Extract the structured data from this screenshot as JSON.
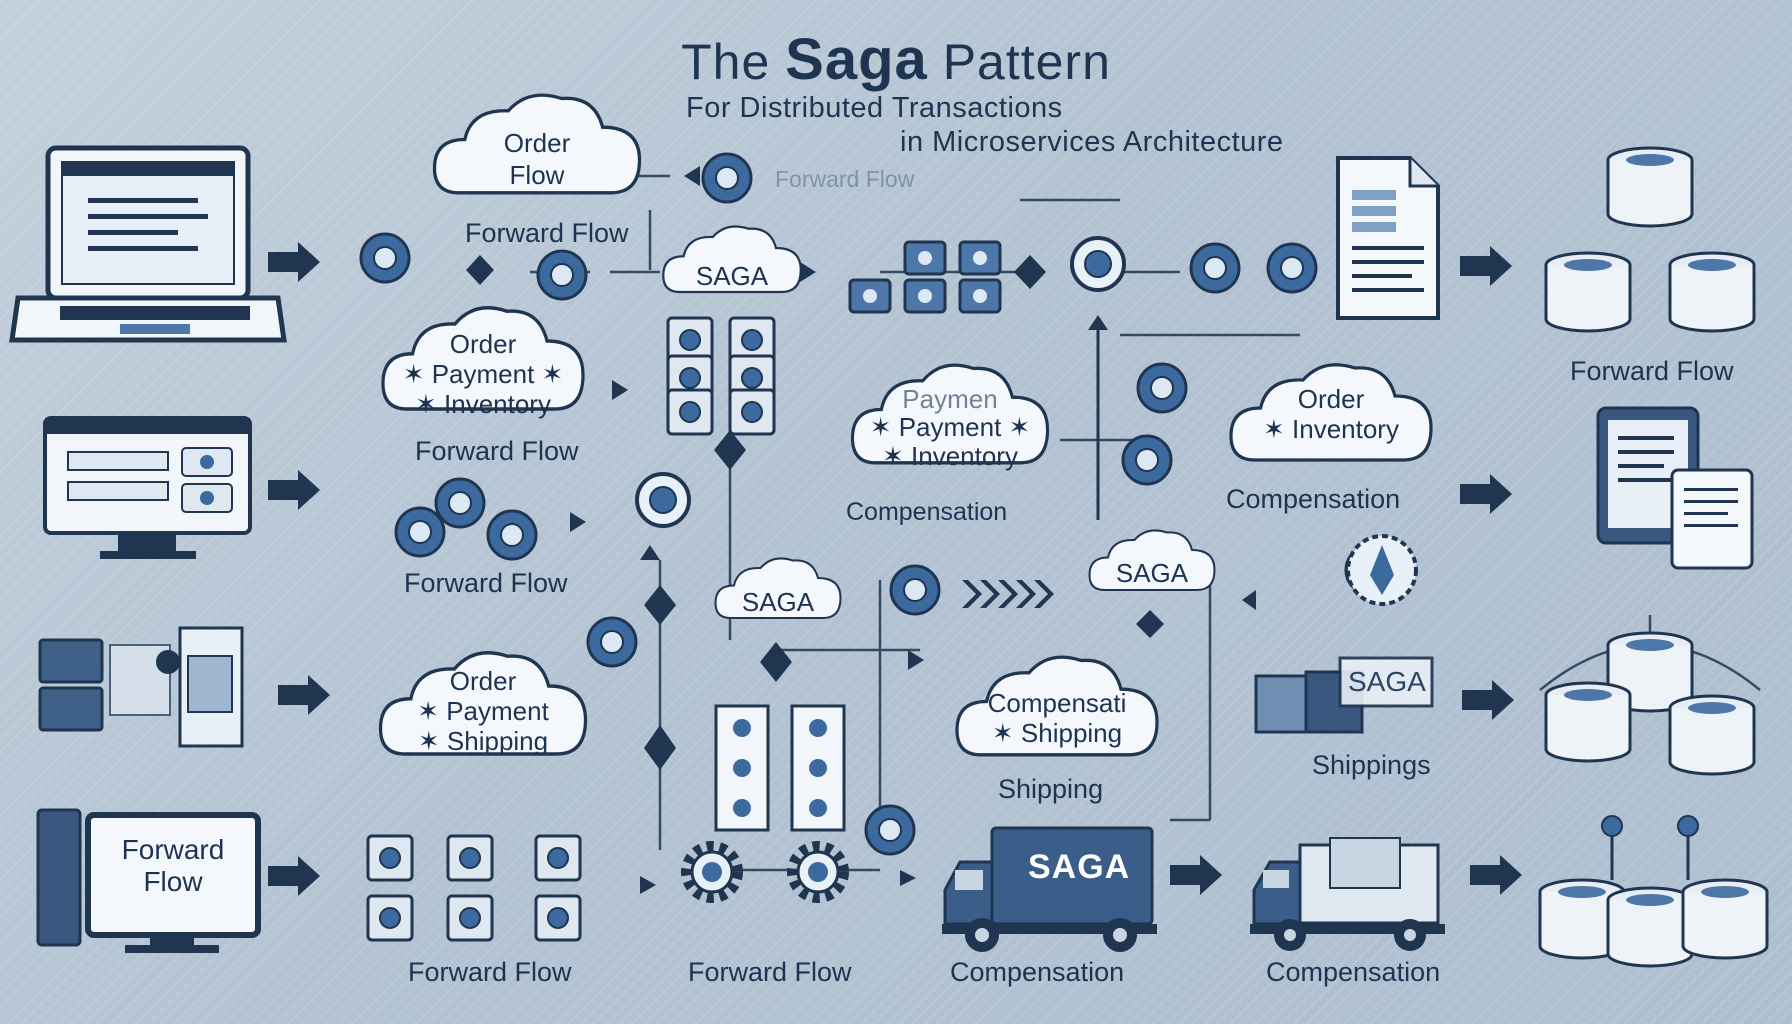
{
  "title": {
    "prefix": "The ",
    "emphasis": "Saga",
    "suffix": " Pattern"
  },
  "subtitle_line1": "For Distributed Transactions",
  "subtitle_line2": "in Microservices Architecture",
  "clouds": {
    "c1": [
      "Order",
      "Flow"
    ],
    "c2": [
      "Order",
      "✶ Payment ✶",
      "✶ Inventory"
    ],
    "c3": [
      "SAGA"
    ],
    "c4": [
      "Paymen",
      "✶ Payment ✶",
      "✶ Inventory"
    ],
    "c5": [
      "Order",
      "✶ Inventory"
    ],
    "c6": [
      "SAGA"
    ],
    "c7": [
      "SAGA"
    ],
    "c8": [
      "Order",
      "✶ Payment",
      "✶ Shipping"
    ],
    "c9": [
      "Compensati",
      "✶ Shipping"
    ]
  },
  "labels": {
    "forward_flow_1": "Forward Flow",
    "forward_flow_faded": "Forward Flow",
    "forward_flow_2": "Forward Flow",
    "forward_flow_3": "Forward Flow",
    "forward_flow_right": "Forward Flow",
    "compensation_1": "Compensation",
    "compensation_2": "Compensation",
    "shipping": "Shipping",
    "shippings": "Shippings",
    "bottom_forward_1": "Forward Flow",
    "bottom_forward_2": "Forward Flow",
    "bottom_compensation_1": "Compensation",
    "bottom_compensation_2": "Compensation"
  },
  "monitor_text": [
    "Forward",
    "Flow"
  ],
  "truck_label": "SAGA",
  "saga_box": "SAGA",
  "colors": {
    "navy": "#1f3550",
    "accent": "#3f6ea3",
    "light": "#e9f0f7",
    "bg": "#b8c7d5"
  }
}
